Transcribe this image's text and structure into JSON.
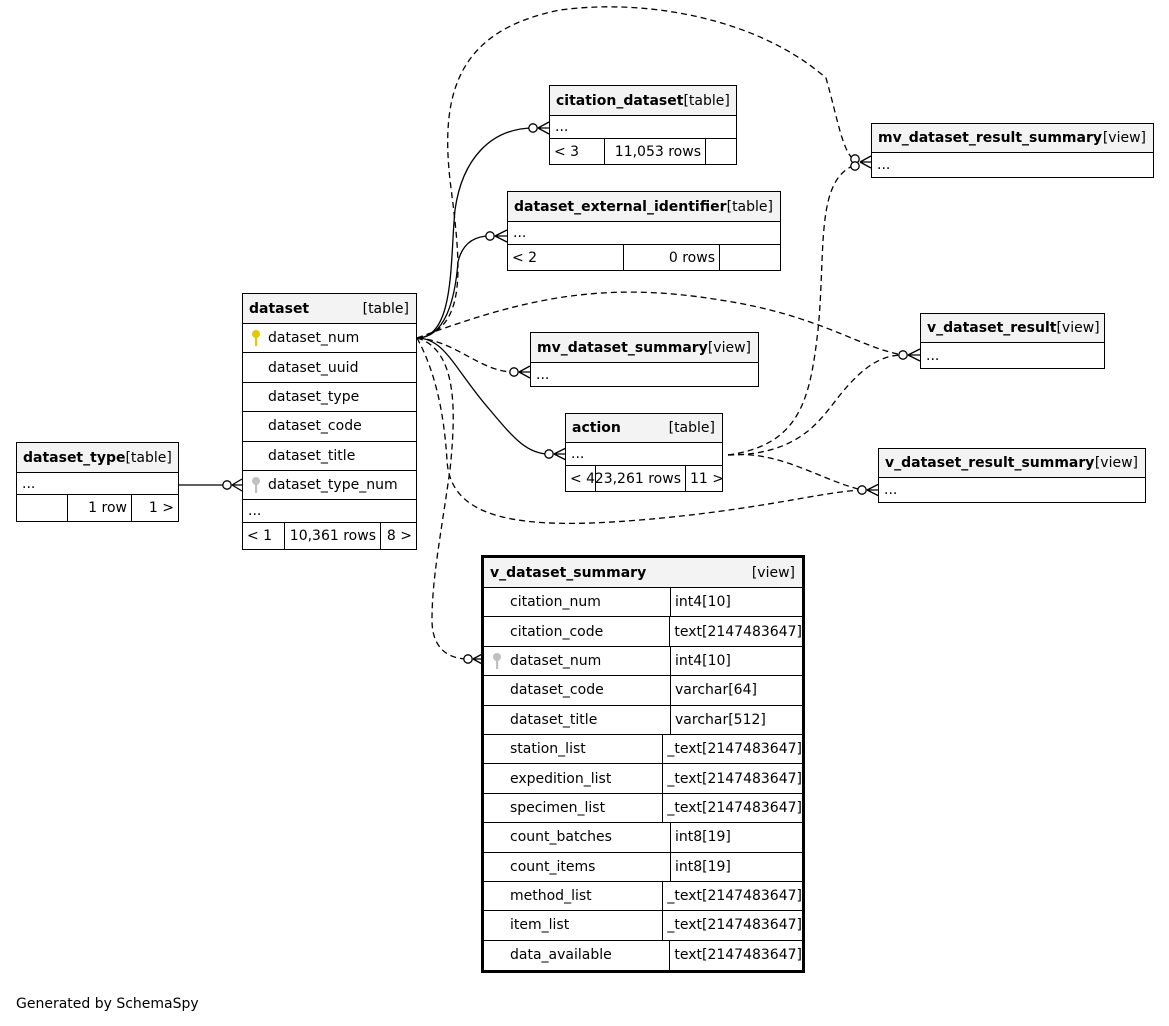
{
  "tables": {
    "dataset_type": {
      "name": "dataset_type",
      "kind": "[table]",
      "columns_label": "...",
      "parents": "",
      "rows": "1 row",
      "children": "1 >"
    },
    "dataset": {
      "name": "dataset",
      "kind": "[table]",
      "columns": [
        "dataset_num",
        "dataset_uuid",
        "dataset_type",
        "dataset_code",
        "dataset_title",
        "dataset_type_num"
      ],
      "more": "...",
      "parents": "< 1",
      "rows": "10,361 rows",
      "children": "8 >"
    },
    "citation_dataset": {
      "name": "citation_dataset",
      "kind": "[table]",
      "columns_label": "...",
      "parents": "< 3",
      "rows": "11,053 rows",
      "children": ""
    },
    "dataset_external_identifier": {
      "name": "dataset_external_identifier",
      "kind": "[table]",
      "columns_label": "...",
      "parents": "< 2",
      "rows": "0 rows",
      "children": ""
    },
    "mv_dataset_summary": {
      "name": "mv_dataset_summary",
      "kind": "[view]",
      "columns_label": "..."
    },
    "action": {
      "name": "action",
      "kind": "[table]",
      "columns_label": "...",
      "parents": "< 4",
      "rows": "23,261 rows",
      "children": "11 >"
    },
    "mv_dataset_result_summary": {
      "name": "mv_dataset_result_summary",
      "kind": "[view]",
      "columns_label": "..."
    },
    "v_dataset_result": {
      "name": "v_dataset_result",
      "kind": "[view]",
      "columns_label": "..."
    },
    "v_dataset_result_summary": {
      "name": "v_dataset_result_summary",
      "kind": "[view]",
      "columns_label": "..."
    },
    "v_dataset_summary": {
      "name": "v_dataset_summary",
      "kind": "[view]",
      "columns": [
        {
          "name": "citation_num",
          "type": "int4[10]"
        },
        {
          "name": "citation_code",
          "type": "text[2147483647]"
        },
        {
          "name": "dataset_num",
          "type": "int4[10]"
        },
        {
          "name": "dataset_code",
          "type": "varchar[64]"
        },
        {
          "name": "dataset_title",
          "type": "varchar[512]"
        },
        {
          "name": "station_list",
          "type": "_text[2147483647]"
        },
        {
          "name": "expedition_list",
          "type": "_text[2147483647]"
        },
        {
          "name": "specimen_list",
          "type": "_text[2147483647]"
        },
        {
          "name": "count_batches",
          "type": "int8[19]"
        },
        {
          "name": "count_items",
          "type": "int8[19]"
        },
        {
          "name": "method_list",
          "type": "_text[2147483647]"
        },
        {
          "name": "item_list",
          "type": "_text[2147483647]"
        },
        {
          "name": "data_available",
          "type": "text[2147483647]"
        }
      ]
    }
  },
  "footer": "Generated by SchemaSpy",
  "colors": {
    "primary_key_icon": "#e6c800",
    "foreign_key_icon": "#c0c0c0",
    "header_bg": "#f3f3f3",
    "line": "#000000"
  }
}
